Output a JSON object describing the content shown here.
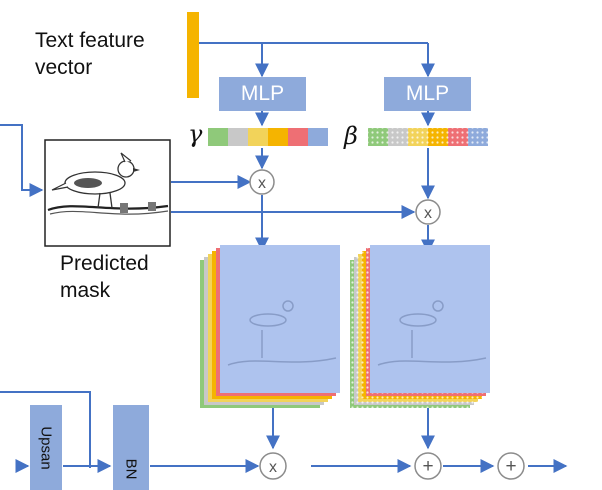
{
  "labels": {
    "text_feature": "Text feature\nvector",
    "predicted_mask": "Predicted\nmask",
    "mlp_left": "MLP",
    "mlp_right": "MLP",
    "gamma": "γ",
    "beta": "β",
    "upsample": "Upsan",
    "bn": "BN"
  },
  "operators": {
    "multiply": "x",
    "add": "+"
  },
  "colors": {
    "arrow": "#4472c4",
    "text_vector": "#f5b400",
    "block": "#8eaadb",
    "feature_map": "#aec3ee",
    "layer_colors": [
      "#8fc97a",
      "#c8c8c8",
      "#f2d35a",
      "#f5b400",
      "#ee6f74",
      "#8eaadb"
    ]
  },
  "icons": {
    "bird_mask": "bird-mask-icon",
    "bird_feature": "bird-feature-icon"
  }
}
